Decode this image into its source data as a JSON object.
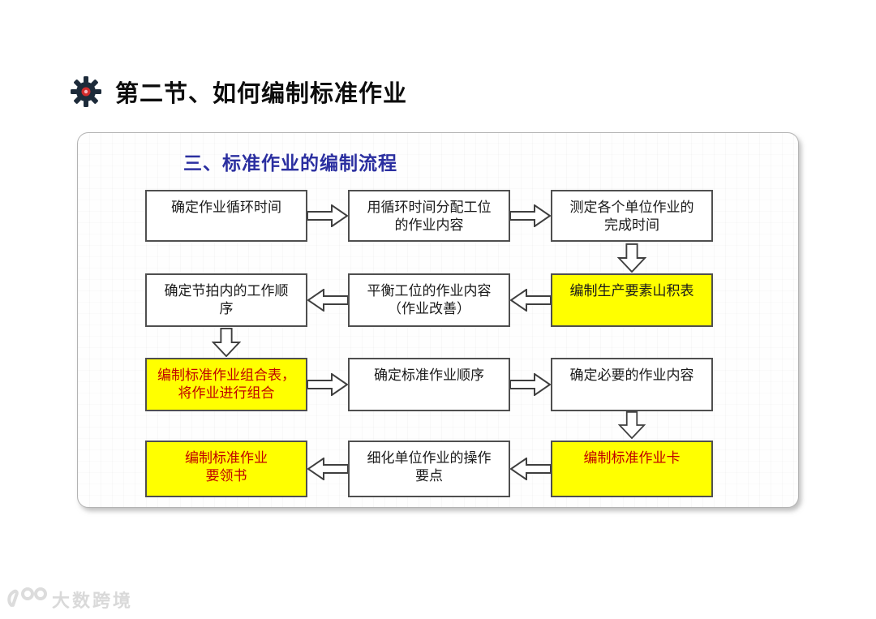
{
  "header": {
    "title": "第二节、如何编制标准作业",
    "icon": "gear-icon",
    "gear_color": "#1d2b3a",
    "gear_center_color": "#d22b2b"
  },
  "card": {
    "title": "三、标准作业的编制流程",
    "title_color": "#2b2fa0"
  },
  "flowchart": {
    "default_bg": "#ffffff",
    "default_text_color": "#1a1a1a",
    "highlight_bg": "#ffff00",
    "highlight_text_color": "#c00000",
    "border_color": "#4f4f4f",
    "boxes": [
      {
        "label": "确定作业循环时间",
        "bg": "#ffffff",
        "text_color": "#1a1a1a"
      },
      {
        "label": "用循环时间分配工位\n的作业内容",
        "bg": "#ffffff",
        "text_color": "#1a1a1a"
      },
      {
        "label": "测定各个单位作业的\n完成时间",
        "bg": "#ffffff",
        "text_color": "#1a1a1a"
      },
      {
        "label": "编制生产要素山积表",
        "bg": "#ffff00",
        "text_color": "#1a1a1a"
      },
      {
        "label": "平衡工位的作业内容\n（作业改善）",
        "bg": "#ffffff",
        "text_color": "#1a1a1a"
      },
      {
        "label": "确定节拍内的工作顺\n序",
        "bg": "#ffffff",
        "text_color": "#1a1a1a"
      },
      {
        "label": "编制标准作业组合表，\n将作业进行组合",
        "bg": "#ffff00",
        "text_color": "#c00000"
      },
      {
        "label": "确定标准作业顺序",
        "bg": "#ffffff",
        "text_color": "#1a1a1a"
      },
      {
        "label": "确定必要的作业内容",
        "bg": "#ffffff",
        "text_color": "#1a1a1a"
      },
      {
        "label": "编制标准作业卡",
        "bg": "#ffff00",
        "text_color": "#c00000"
      },
      {
        "label": "细化单位作业的操作\n要点",
        "bg": "#ffffff",
        "text_color": "#1a1a1a"
      },
      {
        "label": "编制标准作业\n要领书",
        "bg": "#ffff00",
        "text_color": "#c00000"
      }
    ]
  },
  "watermark": {
    "logo": "100-logo",
    "text": "大数跨境"
  }
}
